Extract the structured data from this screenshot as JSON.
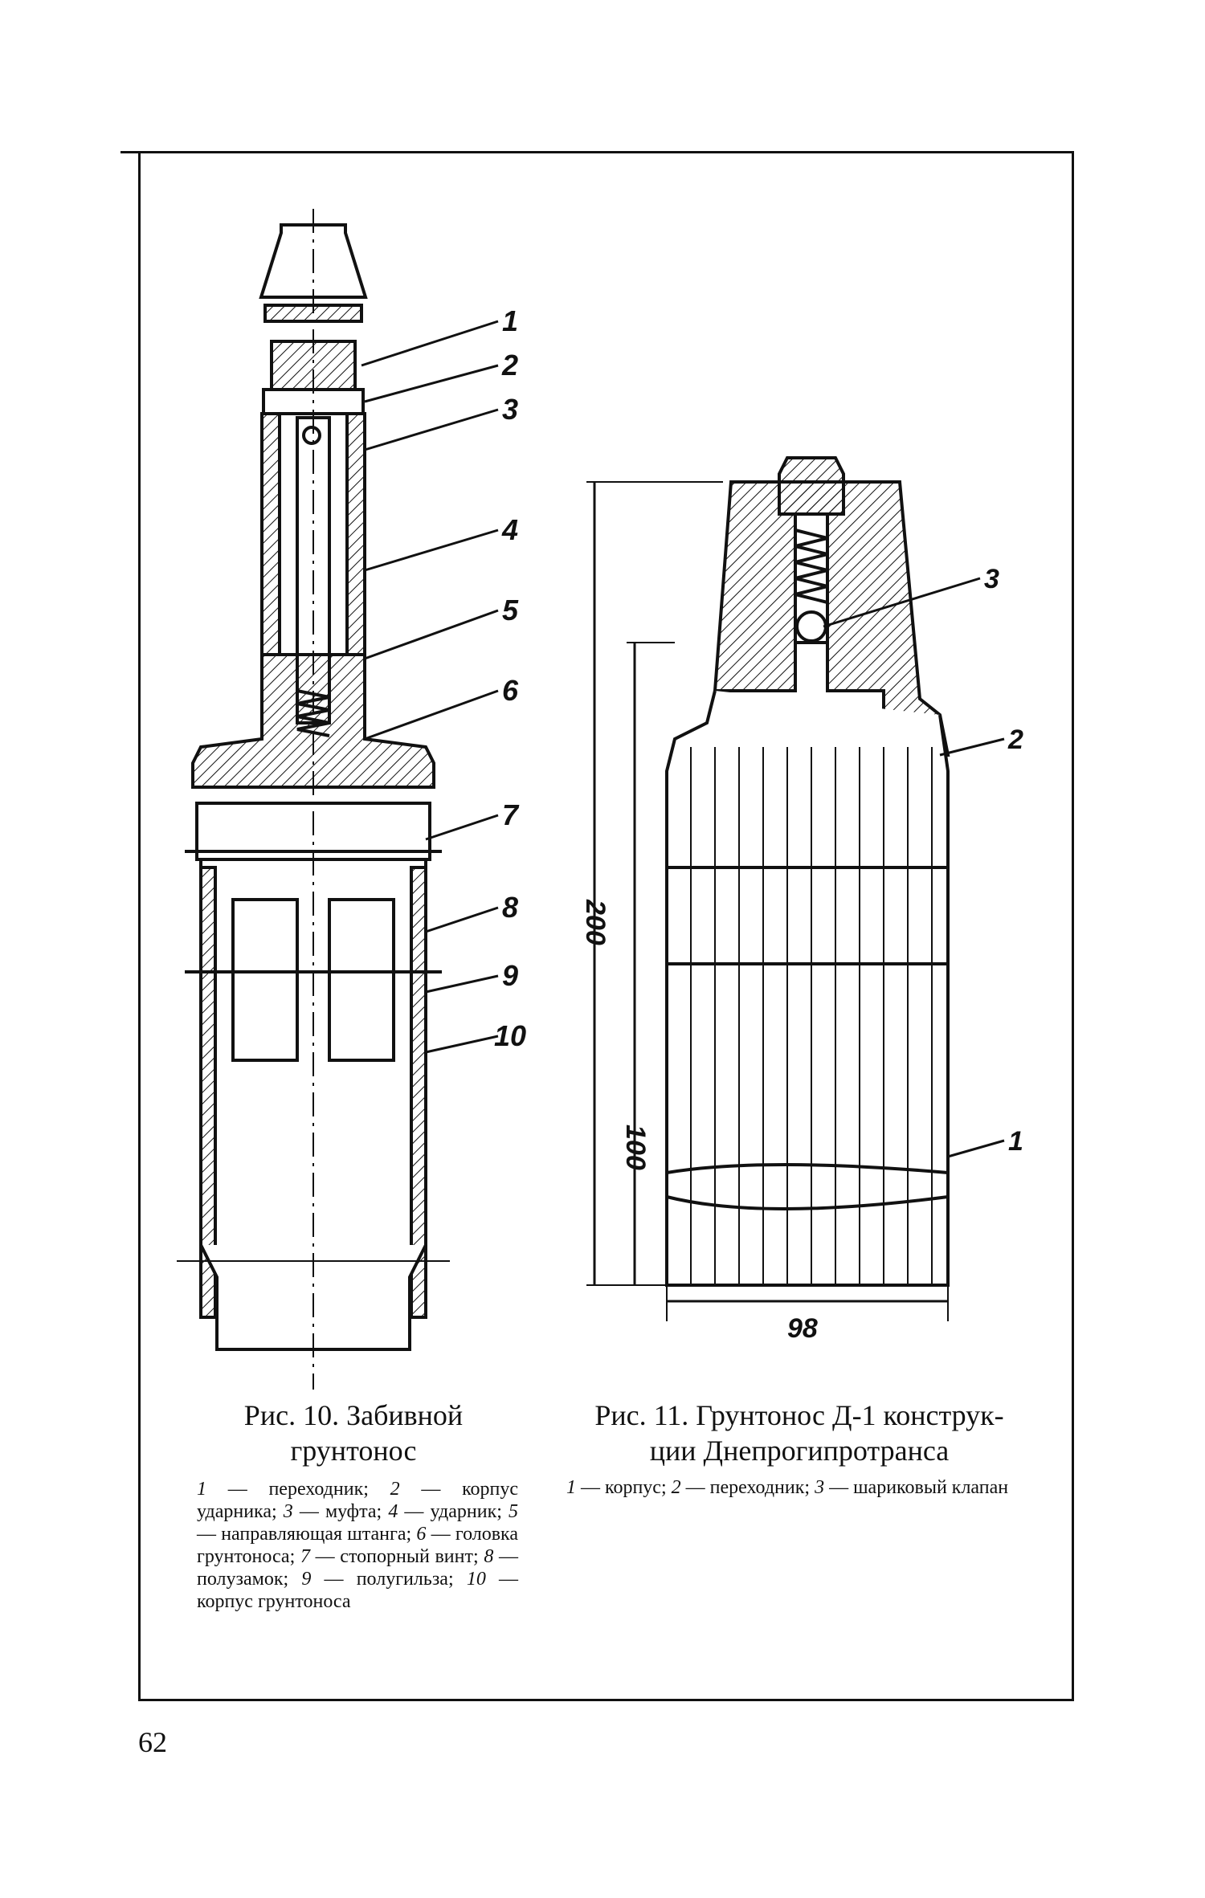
{
  "figure10": {
    "title_line1": "Рис. 10. Забивной",
    "title_line2": "грунтонос",
    "callouts": [
      "1",
      "2",
      "3",
      "4",
      "5",
      "6",
      "7",
      "8",
      "9",
      "10"
    ],
    "legend_html": "<i>1</i> — переходник;  <i>2</i> — корпус ударника;  <i>3</i> — муфта;  <i>4</i> — ударник;  <i>5</i> — направляющая штанга;  <i>6</i> — головка грунтоноса;  <i>7</i> — стопорный винт;  <i>8</i> — полузамок;  <i>9</i> — полугильза;  <i>10</i> — корпус грунтоноса"
  },
  "figure11": {
    "title_line1": "Рис. 11. Грунтонос Д-1 конструк-",
    "title_line2": "ции Днепрогипротранса",
    "callouts": [
      "3",
      "2",
      "1"
    ],
    "dim_200": "200",
    "dim_100": "100",
    "dim_98": "98",
    "legend_html": "<i>1</i> — корпус;  <i>2</i> — переходник;  <i>3</i> — шариковый клапан"
  },
  "page_number": "62"
}
